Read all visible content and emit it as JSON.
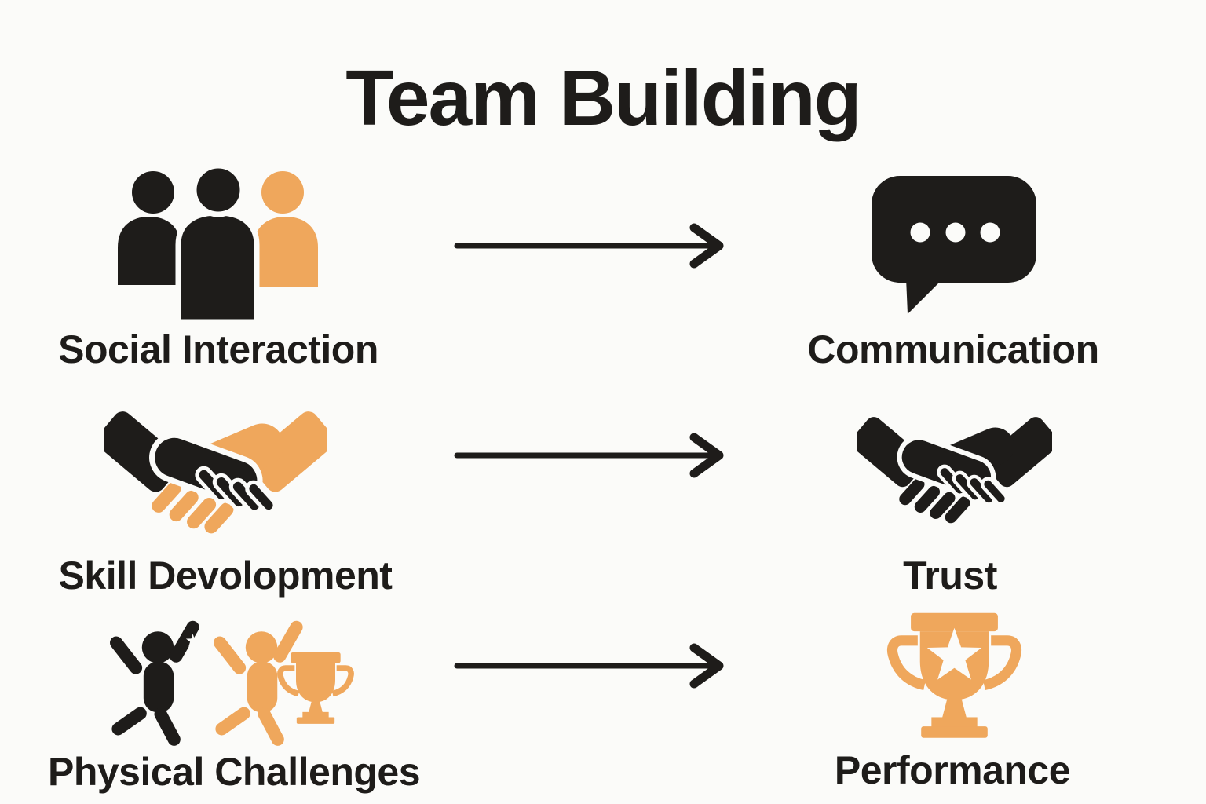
{
  "title": "Team Building",
  "colors": {
    "background": "#fbfbf9",
    "ink": "#1e1c1a",
    "accent_orange": "#efa75c"
  },
  "rows": [
    {
      "source": {
        "label": "Social Interaction",
        "icons": [
          "people-group-icon"
        ]
      },
      "connector": "arrow-right-icon",
      "target": {
        "label": "Communication",
        "icons": [
          "speech-bubble-icon"
        ]
      }
    },
    {
      "source": {
        "label": "Skill Devolopment",
        "icons": [
          "handshake-two-tone-icon"
        ]
      },
      "connector": "arrow-right-icon",
      "target": {
        "label": "Trust",
        "icons": [
          "handshake-icon"
        ]
      }
    },
    {
      "source": {
        "label": "Physical Challenges",
        "icons": [
          "jumping-person-black-icon",
          "jumping-person-orange-icon",
          "small-trophy-icon"
        ]
      },
      "connector": "arrow-right-icon",
      "target": {
        "label": "Performance",
        "icons": [
          "trophy-star-icon"
        ]
      }
    }
  ]
}
